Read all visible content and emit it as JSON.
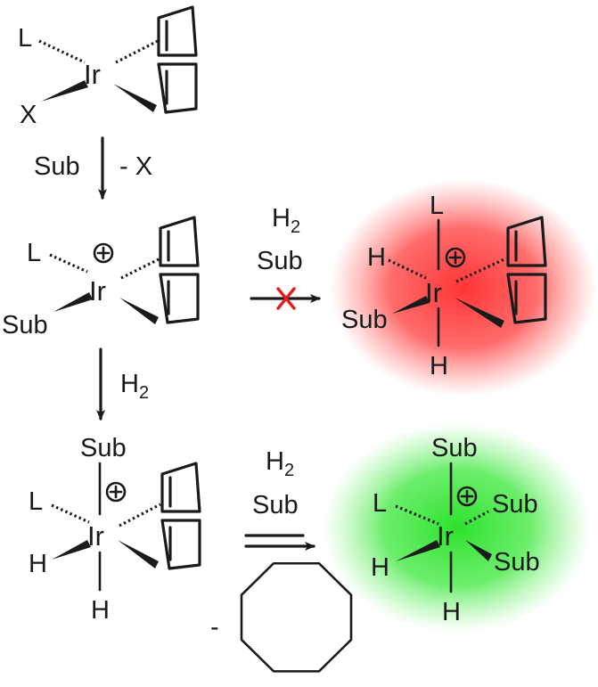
{
  "scheme": {
    "colors": {
      "ink": "#1a1a1a",
      "inactive_glow": "#ff2a2a",
      "active_glow": "#22e022",
      "blocked_mark": "#e02020"
    },
    "step1": {
      "metal": "Ir",
      "ligands": {
        "top_left": "L",
        "bottom_left": "X"
      },
      "diene": "cod"
    },
    "arrow1": {
      "reagent": "Sub",
      "byproduct": "- X"
    },
    "step2": {
      "metal": "Ir",
      "charge": "⊕",
      "ligands": {
        "top_left": "L",
        "bottom_left": "Sub"
      }
    },
    "arrow_blocked": {
      "reagent_top": "H",
      "reagent_top_sub": "2",
      "reagent_bottom": "Sub",
      "blocked_icon": "x-mark"
    },
    "inactive": {
      "metal": "Ir",
      "charge": "⊕",
      "ligands": {
        "top": "L",
        "left": "H",
        "bottom_left": "Sub",
        "bottom": "H"
      }
    },
    "arrow2": {
      "reagent": "H",
      "reagent_sub": "2"
    },
    "step3": {
      "metal": "Ir",
      "charge": "⊕",
      "ligands": {
        "top": "Sub",
        "left": "L",
        "bottom_left": "H",
        "bottom": "H"
      }
    },
    "arrow_eq": {
      "reagent_top": "H",
      "reagent_top_sub": "2",
      "reagent_bottom": "Sub"
    },
    "byproduct": {
      "sign": "-",
      "shape": "cyclooctane"
    },
    "active": {
      "metal": "Ir",
      "charge": "⊕",
      "ligands": {
        "top": "Sub",
        "left": "L",
        "right_top": "Sub",
        "bottom_left": "H",
        "right_bottom": "Sub",
        "bottom": "H"
      }
    }
  }
}
